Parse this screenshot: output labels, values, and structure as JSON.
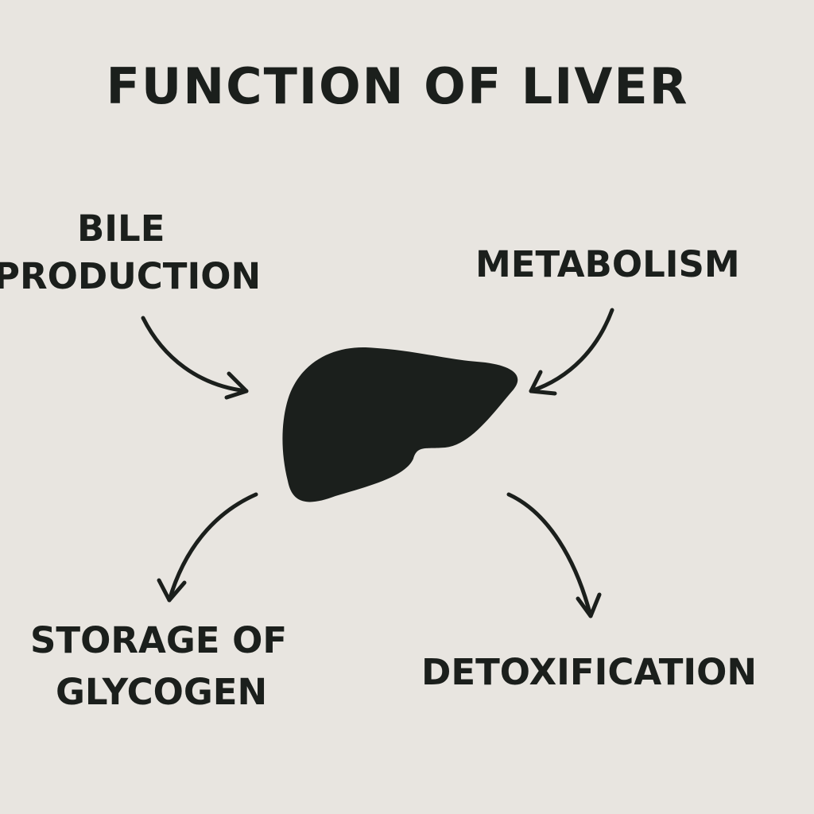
{
  "title": "FUNCTION OF LIVER",
  "functions": {
    "bile": {
      "line1": "BILE",
      "line2": "PRODUCTION"
    },
    "metabolism": {
      "line1": "METABOLISM"
    },
    "storage": {
      "line1": "STORAGE OF",
      "line2": "GLYCOGEN"
    },
    "detox": {
      "line1": "DETOXIFICATION"
    }
  },
  "colors": {
    "background": "#e8e5e0",
    "ink": "#1b1f1c"
  }
}
